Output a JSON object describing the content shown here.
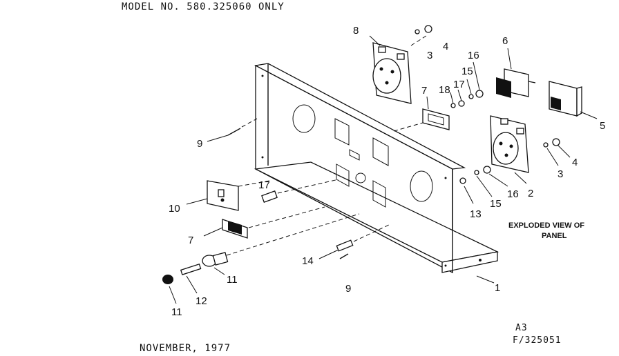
{
  "header": {
    "model": "MODEL NO. 580.325060 ONLY"
  },
  "footer": {
    "date": "NOVEMBER, 1977",
    "ref_a": "A3",
    "ref_b": "F/325051"
  },
  "caption": {
    "line1": "EXPLODED VIEW OF",
    "line2": "PANEL"
  },
  "callouts": {
    "c1": "1",
    "c2": "2",
    "c3a": "3",
    "c3b": "3",
    "c4a": "4",
    "c4b": "4",
    "c5": "5",
    "c6": "6",
    "c7a": "7",
    "c7b": "7",
    "c8": "8",
    "c9a": "9",
    "c9b": "9",
    "c10": "10",
    "c11a": "11",
    "c11b": "11",
    "c12": "12",
    "c13": "13",
    "c14": "14",
    "c15a": "15",
    "c15b": "15",
    "c16a": "16",
    "c16b": "16",
    "c17a": "17",
    "c17b": "17",
    "c18": "18"
  }
}
